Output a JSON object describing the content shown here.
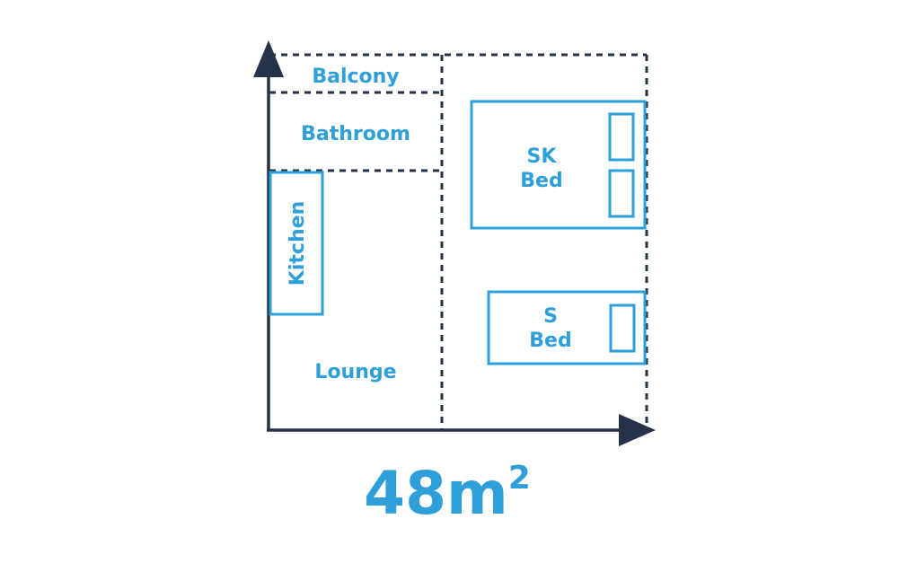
{
  "colors": {
    "accent": "#2e9fd8",
    "axis": "#243349",
    "background": "#ffffff"
  },
  "rooms": {
    "balcony": "Balcony",
    "bathroom": "Bathroom",
    "kitchen": "Kitchen",
    "lounge": "Lounge"
  },
  "beds": {
    "sk_line1": "SK",
    "sk_line2": "Bed",
    "s_line1": "S",
    "s_line2": "Bed"
  },
  "area": {
    "value": "48m",
    "superscript": "2"
  }
}
